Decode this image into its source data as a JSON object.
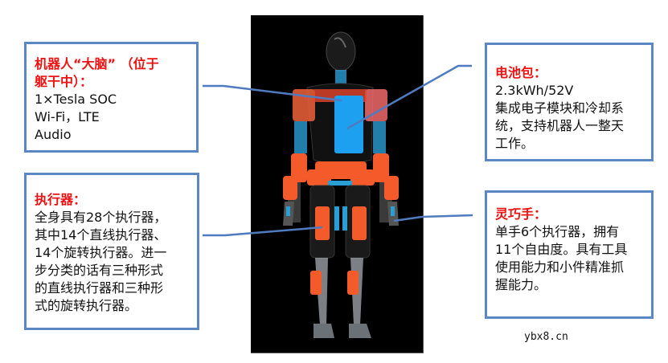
{
  "robot": {
    "description": "Humanoid robot transparent cutaway view on black background, orange actuators, blue battery pack"
  },
  "callouts": {
    "brain": {
      "title": "机器人“大脑” （位于躯干中）：",
      "title_line1": "机器人“大脑” （位于",
      "title_line2": "躯干中）：",
      "lines": [
        "1×Tesla SOC",
        "Wi-Fi，LTE",
        "Audio"
      ]
    },
    "battery": {
      "title": "电池包：",
      "lines": [
        "2.3kWh/52V",
        "集成电子模块和冷却系",
        "统，支持机器人一整天",
        "工作。"
      ]
    },
    "actuator": {
      "title": "执行器：",
      "lines": [
        "全身具有28个执行器，",
        "其中14个直线执行器、",
        "14个旋转执行器。进一",
        "步分类的话有三种形式",
        "的直线执行器和三种形",
        "式的旋转执行器。"
      ]
    },
    "hand": {
      "title": "灵巧手：",
      "lines": [
        "单手6个执行器，拥有",
        "11个自由度。具有工具",
        "使用能力和小件精准抓",
        "握能力。"
      ]
    }
  },
  "colors": {
    "border": "#5b87c5",
    "title": "#ee1111",
    "connector": "#4f7cc0"
  },
  "watermark": "ybx8.cn"
}
